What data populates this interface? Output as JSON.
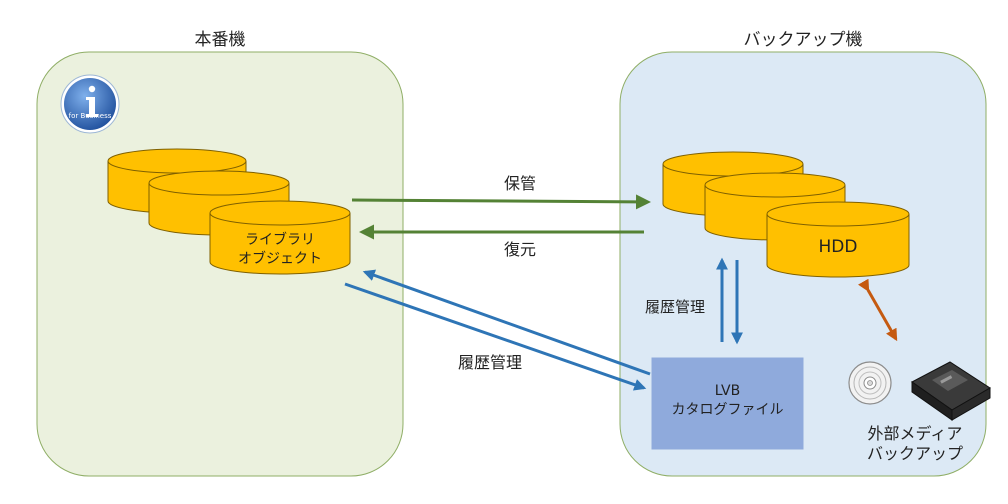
{
  "production": {
    "title": "本番機",
    "badge": "for Business"
  },
  "backup": {
    "title": "バックアップ機"
  },
  "source_db": {
    "line1": "ライブラリ",
    "line2": "オブジェクト"
  },
  "backup_db": {
    "label": "HDD"
  },
  "flows": {
    "store": "保管",
    "restore": "復元",
    "history_left": "履歴管理",
    "history_right": "履歴管理"
  },
  "catalog": {
    "line1": "LVB",
    "line2": "カタログファイル"
  },
  "media": {
    "line1": "外部メディア",
    "line2": "バックアップ"
  },
  "colors": {
    "prod_panel": "#ebf1de",
    "backup_panel": "#dce9f5",
    "cylinder": "#ffc000",
    "green_arrow": "#548235",
    "blue_arrow": "#2e75b6",
    "orange_arrow": "#c55a11",
    "catalog_box": "#8faadc"
  }
}
